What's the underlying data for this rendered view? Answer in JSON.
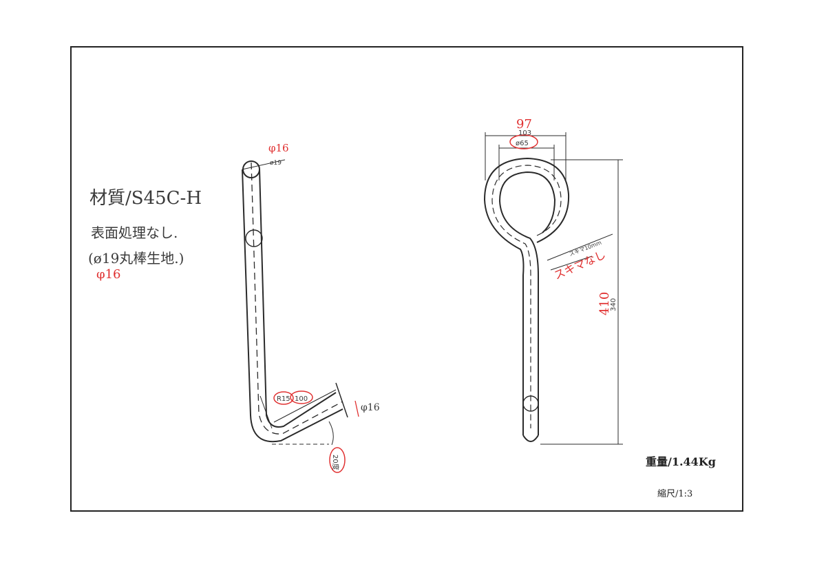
{
  "notes": {
    "material": "材質/S45C-H",
    "surface": "表面処理なし.",
    "stock": "(ø19丸棒生地.)",
    "stock_revision": "φ16"
  },
  "left_view": {
    "dia_original": "ø19",
    "dia_revision": "φ16",
    "bend_radius": "R15",
    "leg_length": "100",
    "end_dia": "φ16",
    "angle": "20度"
  },
  "right_view": {
    "width_revision": "97",
    "width_original": "103",
    "ring_dia": "ø65",
    "height_original": "340",
    "height_revision": "410",
    "gap_original": "スキマ10mm",
    "gap_revision": "スキマなし"
  },
  "title_block": {
    "weight": "重量/1.44Kg",
    "scale": "縮尺/1:3"
  }
}
